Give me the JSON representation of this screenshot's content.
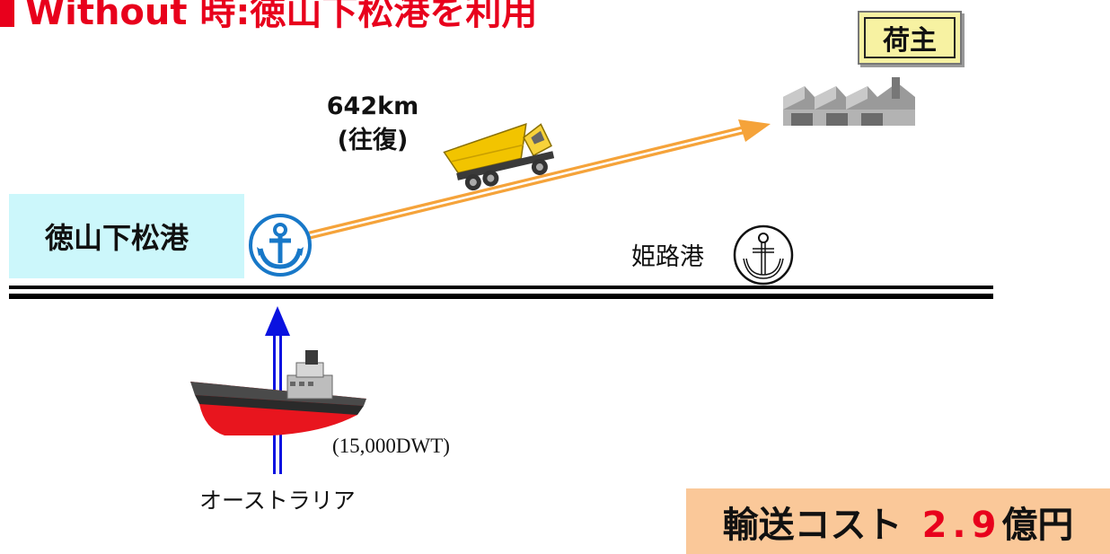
{
  "title": "Without 時:徳山下松港を利用",
  "shipper": "荷主",
  "distance": {
    "value": "642km",
    "note": "(往復)"
  },
  "ports": {
    "origin": "徳山下松港",
    "alternative": "姫路港"
  },
  "ship": {
    "capacity": "(15,000DWT)"
  },
  "source": "オーストラリア",
  "cost": {
    "label": "輸送コスト",
    "value": "2.9",
    "unit": "億円"
  },
  "colors": {
    "title_red": "#e8001c",
    "truck_route": "#f5a33a",
    "sea_route": "#0a12e0",
    "port_box": "#ccf7fb",
    "cost_box": "#fac899",
    "shipper_box": "#f7f2a2"
  },
  "icons": [
    "anchor-icon",
    "factory-icon",
    "truck-icon",
    "ship-icon"
  ]
}
